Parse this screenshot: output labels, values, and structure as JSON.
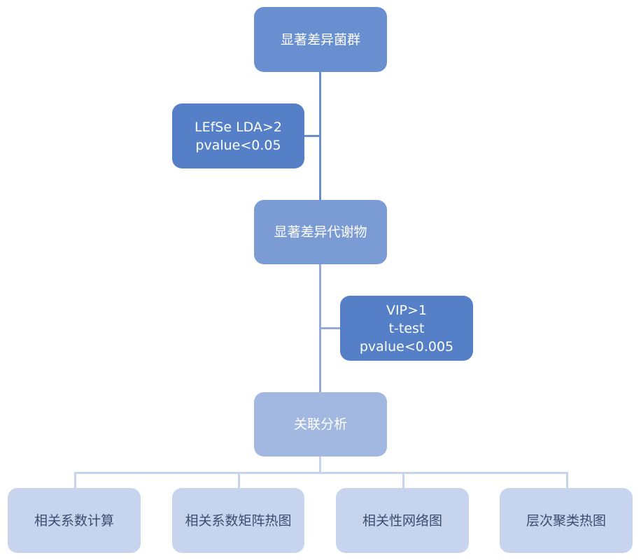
{
  "diagram": {
    "nodes": {
      "significant_taxa": "显著差异菌群",
      "lefse_criteria": "LEfSe LDA>2\npvalue<0.05",
      "significant_metabolites": "显著差异代谢物",
      "vip_criteria": "VIP>1\nt-test pvalue<0.005",
      "correlation_analysis": "关联分析"
    },
    "leaves": [
      "相关系数计算",
      "相关系数矩阵热图",
      "相关性网络图",
      "层次聚类热图"
    ],
    "colors": {
      "level1": "#6a8fd0",
      "criteria": "#5580c8",
      "level2": "#7b9bd4",
      "level3": "#a2b8e0",
      "leaf": "#c6d4ed",
      "leaf_text": "#3a4d6e"
    }
  }
}
